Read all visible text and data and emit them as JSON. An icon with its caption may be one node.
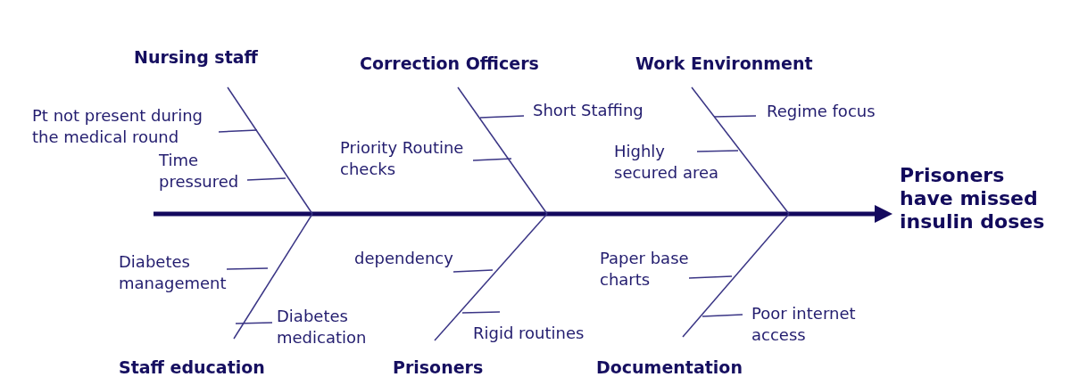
{
  "diagram": {
    "nodes": [
      {
        "text": [
          "Nursing staff"
        ]
      },
      {
        "text": [
          "Correction Officers"
        ]
      },
      {
        "text": [
          "Work Environment"
        ]
      },
      {
        "text": [
          "Pt not present during the medical round"
        ]
      },
      {
        "text": [
          "Short Staffing"
        ]
      },
      {
        "text": [
          "Regime focus"
        ]
      },
      {
        "text": [
          "Priority Routine checks"
        ]
      },
      {
        "text": [
          "Highly secured area"
        ]
      },
      {
        "text": [
          "Time pressured"
        ]
      },
      {
        "text": [
          "Prisoners have missed insulin doses"
        ]
      },
      {
        "text": [
          "Diabetes management"
        ]
      },
      {
        "text": [
          "dependency"
        ]
      },
      {
        "text": [
          "Paper base charts"
        ]
      },
      {
        "text": [
          "Diabetes medication"
        ]
      },
      {
        "text": [
          "Poor internet access"
        ]
      },
      {
        "text": [
          "Rigid routines"
        ]
      },
      {
        "text": [
          "Staff education"
        ]
      },
      {
        "text": [
          "Prisoners"
        ]
      },
      {
        "text": [
          "Documentation"
        ]
      }
    ],
    "edges": [
      {
        "from": null,
        "to": 9,
        "arrow": "to",
        "style": "thick"
      },
      {
        "from": 0,
        "to": null,
        "arrow": "none"
      },
      {
        "from": 1,
        "to": null,
        "arrow": "none"
      },
      {
        "from": 2,
        "to": null,
        "arrow": "none"
      },
      {
        "from": 16,
        "to": null,
        "arrow": "none"
      },
      {
        "from": 17,
        "to": null,
        "arrow": "none"
      },
      {
        "from": 18,
        "to": null,
        "arrow": "none"
      },
      {
        "from": 3,
        "to": null,
        "arrow": "none"
      },
      {
        "from": 8,
        "to": null,
        "arrow": "none"
      },
      {
        "from": 4,
        "to": null,
        "arrow": "none"
      },
      {
        "from": 6,
        "to": null,
        "arrow": "none"
      },
      {
        "from": 5,
        "to": null,
        "arrow": "none"
      },
      {
        "from": 7,
        "to": null,
        "arrow": "none"
      },
      {
        "from": 10,
        "to": null,
        "arrow": "none"
      },
      {
        "from": 13,
        "to": null,
        "arrow": "none"
      },
      {
        "from": 11,
        "to": null,
        "arrow": "none"
      },
      {
        "from": 15,
        "to": null,
        "arrow": "none"
      },
      {
        "from": 12,
        "to": null,
        "arrow": "none"
      },
      {
        "from": 14,
        "to": null,
        "arrow": "none"
      }
    ]
  }
}
